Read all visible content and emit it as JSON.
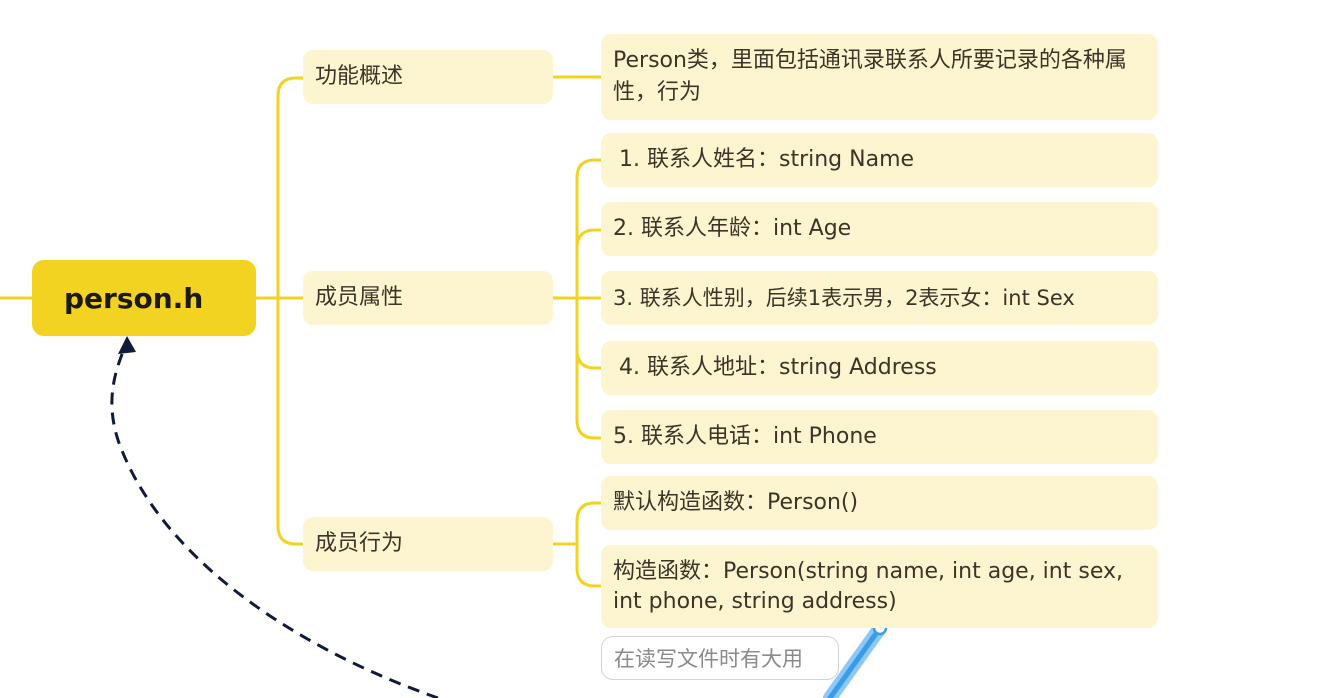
{
  "root": {
    "label": "person.h"
  },
  "branches": {
    "overview": {
      "label": "功能概述",
      "children": [
        "Person类，里面包括通讯录联系人所要记录的各种属性，行为"
      ]
    },
    "attributes": {
      "label": "成员属性",
      "children": [
        "1. 联系人姓名：string Name",
        "2. 联系人年龄：int Age",
        "3. 联系人性别，后续1表示男，2表示女：int Sex",
        "4. 联系人地址：string Address",
        "5. 联系人电话：int Phone"
      ]
    },
    "behaviors": {
      "label": "成员行为",
      "children": [
        "默认构造函数：Person()",
        "构造函数：Person(string name, int age, int sex, int phone, string address)"
      ]
    }
  },
  "note": {
    "text": "在读写文件时有大用"
  },
  "colors": {
    "root_fill": "#f2d322",
    "node_fill": "#fdf5d0",
    "branch_line": "#f2d322",
    "relation_arrow": "#111a3a",
    "pen_tool": "#4aa8f0"
  }
}
